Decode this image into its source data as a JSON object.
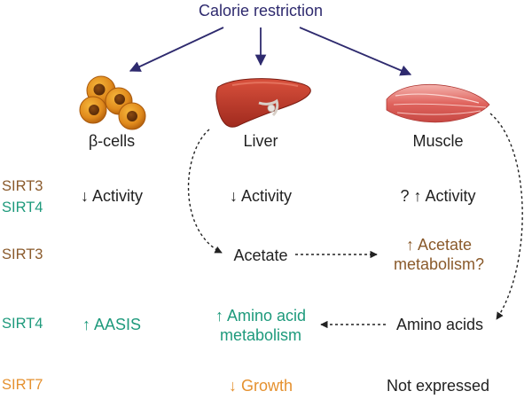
{
  "title": "Calorie restriction",
  "tissues": {
    "beta_cells": "β-cells",
    "liver": "Liver",
    "muscle": "Muscle"
  },
  "rows": {
    "sirt3_4": {
      "labels": [
        "SIRT3",
        "SIRT4"
      ],
      "beta": "↓ Activity",
      "liver": "↓ Activity",
      "muscle": "? ↑ Activity"
    },
    "sirt3": {
      "label": "SIRT3",
      "liver": "Acetate",
      "muscle_line1": "↑ Acetate",
      "muscle_line2": "metabolism?"
    },
    "sirt4": {
      "label": "SIRT4",
      "beta": "↑ AASIS",
      "liver_line1": "↑ Amino acid",
      "liver_line2": "metabolism",
      "muscle": "Amino acids"
    },
    "sirt7": {
      "label": "SIRT7",
      "liver": "↓ Growth",
      "muscle": "Not expressed"
    }
  },
  "colors": {
    "title": "#2e2a6e",
    "arrow": "#2e2a6e",
    "sirt3": "#8a5a2b",
    "sirt4": "#1e9a7c",
    "sirt7": "#e5912f",
    "text": "#222222"
  },
  "icons": {
    "beta_cells": "beta-cells-illustration",
    "liver": "liver-illustration",
    "muscle": "muscle-illustration"
  }
}
